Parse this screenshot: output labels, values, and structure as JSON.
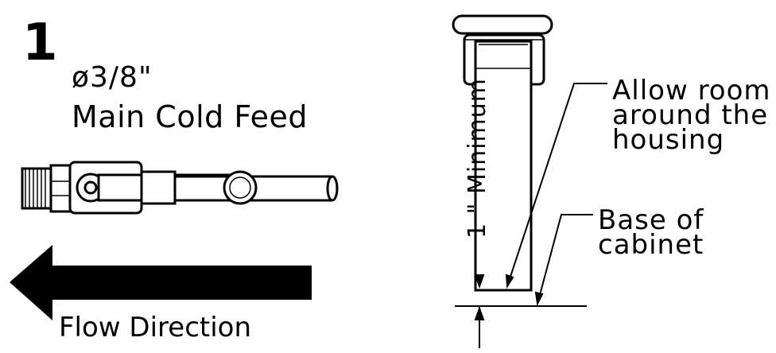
{
  "step": {
    "number": "1"
  },
  "feed": {
    "size_label": "ø3/8\"",
    "name_label": "Main Cold Feed"
  },
  "flow": {
    "label": "Flow Direction"
  },
  "housing": {
    "room_lines": [
      "Allow room",
      "around the",
      "housing"
    ],
    "base_lines": [
      "Base of",
      "cabinet"
    ],
    "clearance_label": "1 \" Minimum"
  }
}
